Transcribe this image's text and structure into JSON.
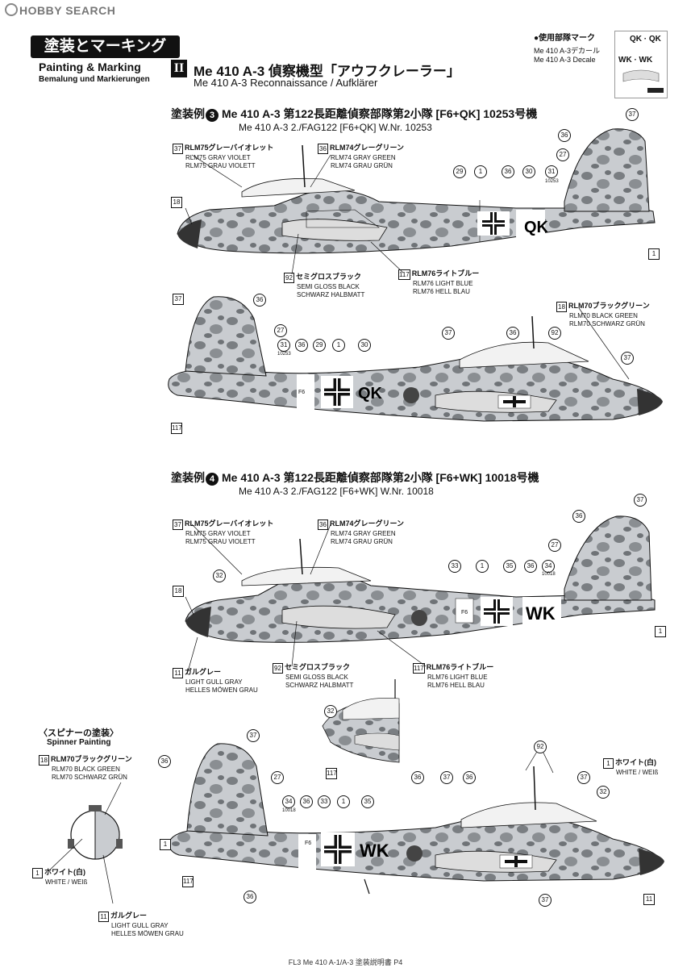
{
  "watermark": "HOBBY SEARCH",
  "header": {
    "section_jp": "塗装とマーキング",
    "section_en": "Painting & Marking",
    "section_de": "Bemalung und Markierungen",
    "roman": "II",
    "title_jp": "Me 410 A-3 偵察機型「アウフクレーラー」",
    "title_en": "Me 410 A-3 Reconnaissance / Aufklärer"
  },
  "decal": {
    "heading": "●使用部隊マーク",
    "line1": "Me 410 A-3デカール",
    "line2": "Me 410 A-3 Decale",
    "qk": "QK · QK",
    "wk": "WK · WK"
  },
  "example3": {
    "label": "塗装例",
    "num": "3",
    "title_jp": "Me 410 A-3 第122長距離偵察部隊第2小隊 [F6+QK] 10253号機",
    "title_en": "Me 410 A-3 2./FAG122 [F6+QK]  W.Nr. 10253",
    "code": "QK",
    "wnr": "10253"
  },
  "example4": {
    "label": "塗装例",
    "num": "4",
    "title_jp": "Me 410 A-3 第122長距離偵察部隊第2小隊 [F6+WK] 10018号機",
    "title_en": "Me 410 A-3 2./FAG122 [F6+WK]  W.Nr. 10018",
    "code": "WK",
    "wnr": "10018"
  },
  "unit_code": "F6",
  "colors": {
    "c37": {
      "num": "37",
      "jp": "RLM75グレーバイオレット",
      "en": "RLM75 GRAY VIOLET",
      "de": "RLM75 GRAU VIOLETT"
    },
    "c36": {
      "num": "36",
      "jp": "RLM74グレーグリーン",
      "en": "RLM74 GRAY GREEN",
      "de": "RLM74 GRAU GRÜN"
    },
    "c92": {
      "num": "92",
      "jp": "セミグロスブラック",
      "en": "SEMI GLOSS BLACK",
      "de": "SCHWARZ HALBMATT"
    },
    "c117": {
      "num": "117",
      "jp": "RLM76ライトブルー",
      "en": "RLM76 LIGHT BLUE",
      "de": "RLM76 HELL BLAU"
    },
    "c18": {
      "num": "18",
      "jp": "RLM70ブラックグリーン",
      "en": "RLM70 BLACK GREEN",
      "de": "RLM70 SCHWARZ GRÜN"
    },
    "c11": {
      "num": "11",
      "jp": "ガルグレー",
      "en": "LIGHT GULL GRAY",
      "de": "HELLES MÖWEN GRAU"
    },
    "c1": {
      "num": "1",
      "jp": "ホワイト(白)",
      "en": "WHITE / WEIß"
    }
  },
  "spinner": {
    "jp": "〈スピナーの塗装〉",
    "en": "Spinner Painting"
  },
  "callouts": {
    "n1": "1",
    "n11": "11",
    "n18": "18",
    "n27": "27",
    "n29": "29",
    "n30": "30",
    "n31": "31",
    "n32": "32",
    "n33": "33",
    "n34": "34",
    "n35": "35",
    "n36": "36",
    "n37": "37",
    "n92": "92",
    "n117": "117"
  },
  "footer": "FL3 Me 410 A-1/A-3 塗装説明書 P4",
  "ui": {
    "accent": "#111111",
    "camo_light": "#c9ccd0",
    "camo_dark": "#6f7377",
    "underside": "#e4e7ea"
  }
}
